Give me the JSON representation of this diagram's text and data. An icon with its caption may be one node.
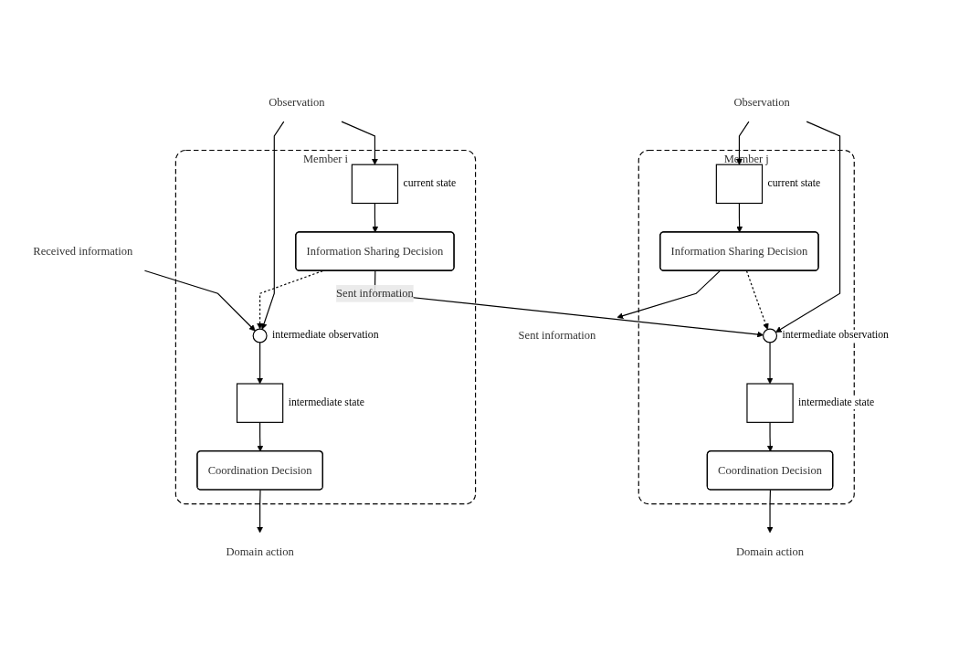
{
  "diagram": {
    "nodes": [
      {
        "text": [
          "Member i"
        ]
      },
      {
        "text": [],
        "shape": "box",
        "beside": [
          "current state"
        ],
        "in": 0
      },
      {
        "text": [
          "Information Sharing Decision"
        ],
        "in": 0
      },
      {
        "text": [],
        "shape": "circle",
        "beside": [
          "intermediate observation"
        ],
        "in": 0
      },
      {
        "text": [],
        "shape": "box",
        "beside": [
          "intermediate state"
        ],
        "in": 0
      },
      {
        "text": [
          "Coordination Decision"
        ],
        "in": 0
      },
      {
        "text": [
          "Member j"
        ]
      },
      {
        "text": [],
        "shape": "box",
        "beside": [
          "current state"
        ],
        "in": 6
      },
      {
        "text": [
          "Information Sharing Decision"
        ],
        "in": 6
      },
      {
        "text": [],
        "shape": "circle",
        "beside": [
          "intermediate observation"
        ],
        "in": 6
      },
      {
        "text": [],
        "shape": "box",
        "beside": [
          "intermediate state"
        ],
        "in": 6
      },
      {
        "text": [
          "Coordination Decision"
        ],
        "in": 6
      },
      {
        "text": [
          "Observation"
        ]
      },
      {
        "text": [
          "Observation"
        ]
      },
      {
        "text": [
          "Received information"
        ]
      },
      {
        "text": [
          "Domain action"
        ]
      },
      {
        "text": [
          "Domain action"
        ]
      },
      {
        "text": [
          "Sent information"
        ]
      }
    ],
    "edges": [
      {
        "from": 12,
        "to": 1,
        "arrow": "to"
      },
      {
        "from": 12,
        "to": 3,
        "arrow": "to"
      },
      {
        "from": 1,
        "to": 2,
        "arrow": "to"
      },
      {
        "from": 2,
        "to": 3,
        "arrow": "to",
        "style": "dashed"
      },
      {
        "from": 14,
        "to": 3,
        "arrow": "to"
      },
      {
        "from": 3,
        "to": 4,
        "arrow": "to"
      },
      {
        "from": 4,
        "to": 5,
        "arrow": "to"
      },
      {
        "from": 5,
        "to": 15,
        "arrow": "to"
      },
      {
        "from": 2,
        "to": 9,
        "arrow": "to",
        "label": "Sent information"
      },
      {
        "from": 13,
        "to": 7,
        "arrow": "to"
      },
      {
        "from": 13,
        "to": 9,
        "arrow": "to"
      },
      {
        "from": 7,
        "to": 8,
        "arrow": "to"
      },
      {
        "from": 8,
        "to": 9,
        "arrow": "to",
        "style": "dashed"
      },
      {
        "from": 9,
        "to": 10,
        "arrow": "to"
      },
      {
        "from": 10,
        "to": 11,
        "arrow": "to"
      },
      {
        "from": 11,
        "to": 16,
        "arrow": "to"
      },
      {
        "from": 8,
        "to": 17,
        "arrow": "to"
      }
    ]
  }
}
